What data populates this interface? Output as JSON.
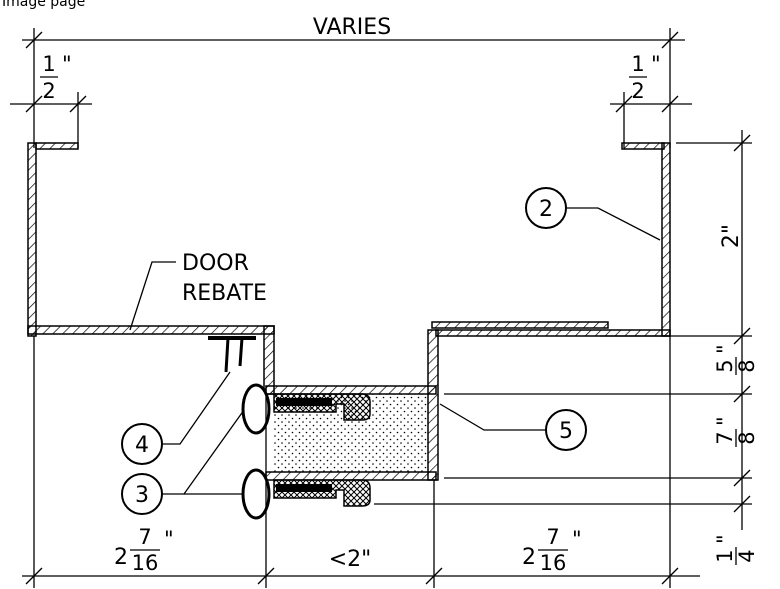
{
  "header_clip": "Image page",
  "dimensions": {
    "overall_width": "VARIES",
    "left_return": {
      "num": "1",
      "den": "2",
      "unit": "\""
    },
    "right_return": {
      "num": "1",
      "den": "2",
      "unit": "\""
    },
    "frame_depth": "2\"",
    "step_five_eighths": {
      "num": "5",
      "den": "8",
      "unit": "\""
    },
    "step_seven_eighths": {
      "num": "7",
      "den": "8",
      "unit": "\""
    },
    "step_one_quarter": {
      "num": "1",
      "den": "4",
      "unit": "\""
    },
    "bottom_left": {
      "whole": "2",
      "num": "7",
      "den": "16",
      "unit": "\""
    },
    "bottom_center": "<2\"",
    "bottom_right": {
      "whole": "2",
      "num": "7",
      "den": "16",
      "unit": "\""
    }
  },
  "labels": {
    "door_rebate_line1": "DOOR",
    "door_rebate_line2": "REBATE"
  },
  "callouts": [
    "2",
    "3",
    "4",
    "5"
  ]
}
